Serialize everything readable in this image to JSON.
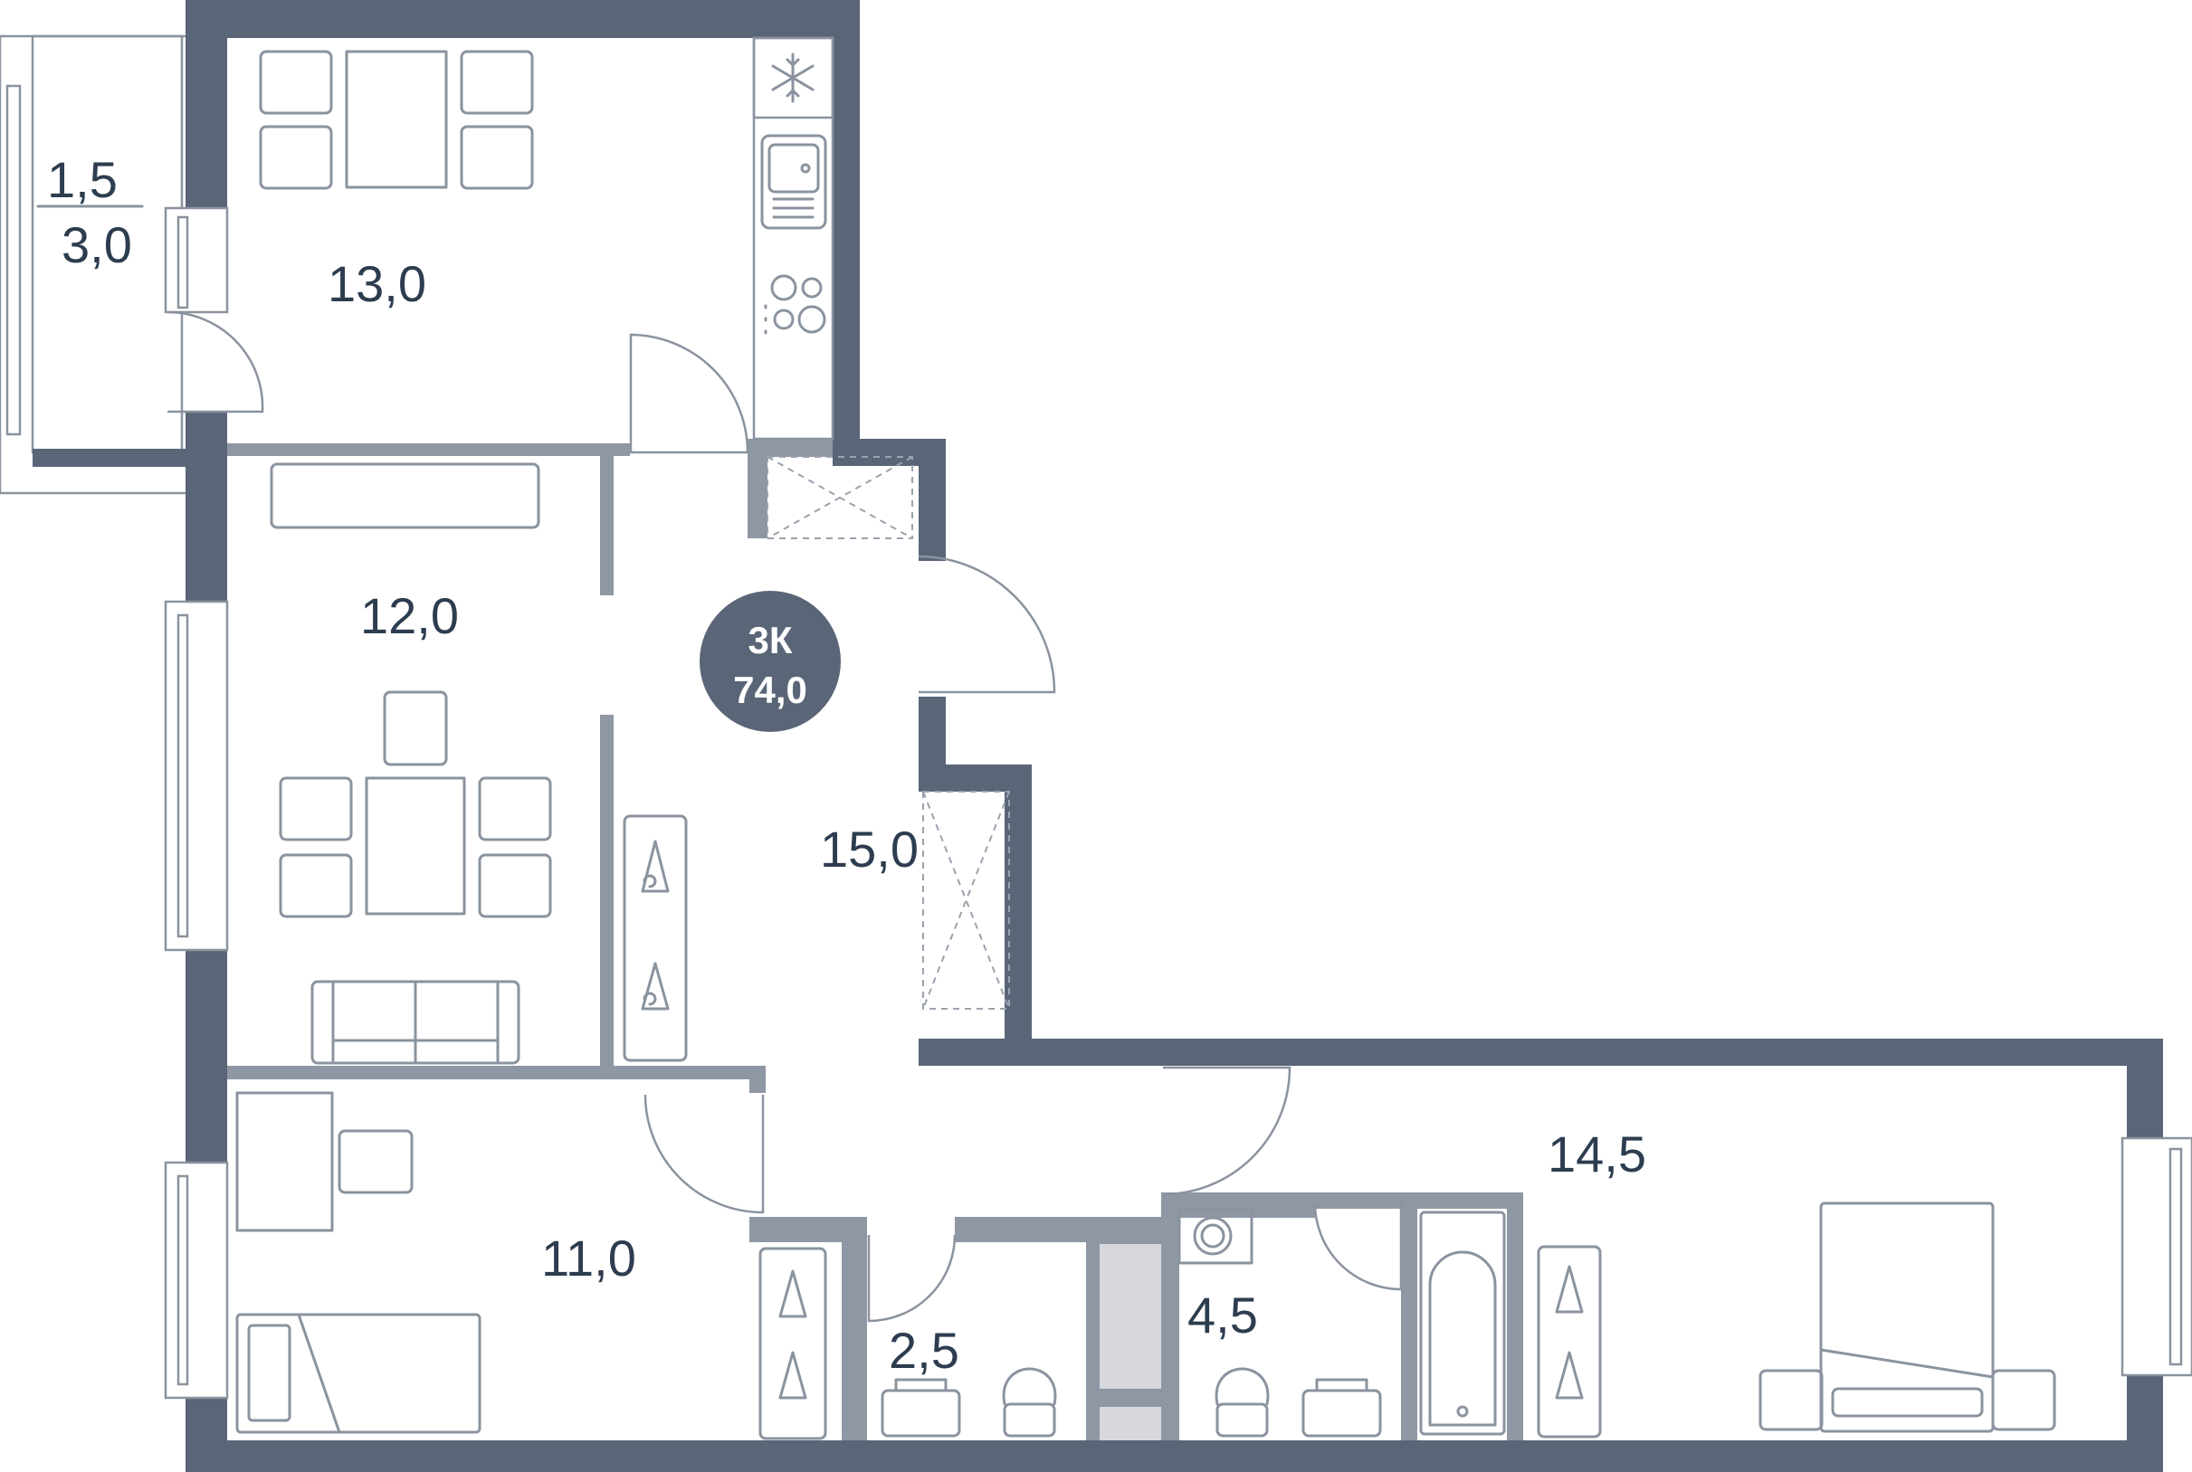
{
  "apartment": {
    "type_label": "3К",
    "total_area": "74,0",
    "badge_color": "#5a6677",
    "wall_color": "#5a6677"
  },
  "rooms": {
    "balcony_main": "1,5",
    "balcony_sub": "3,0",
    "kitchen": "13,0",
    "living_room": "12,0",
    "hallway": "15,0",
    "bedroom_small": "11,0",
    "wc": "2,5",
    "bathroom": "4,5",
    "bedroom_master": "14,5"
  },
  "icons": [
    "snowflake-icon",
    "sink-icon",
    "stove-icon",
    "hanger-icon",
    "toilet-icon",
    "washing-machine-icon",
    "bathtub-icon",
    "bed-icon",
    "sofa-icon",
    "chair-icon",
    "table-icon"
  ]
}
